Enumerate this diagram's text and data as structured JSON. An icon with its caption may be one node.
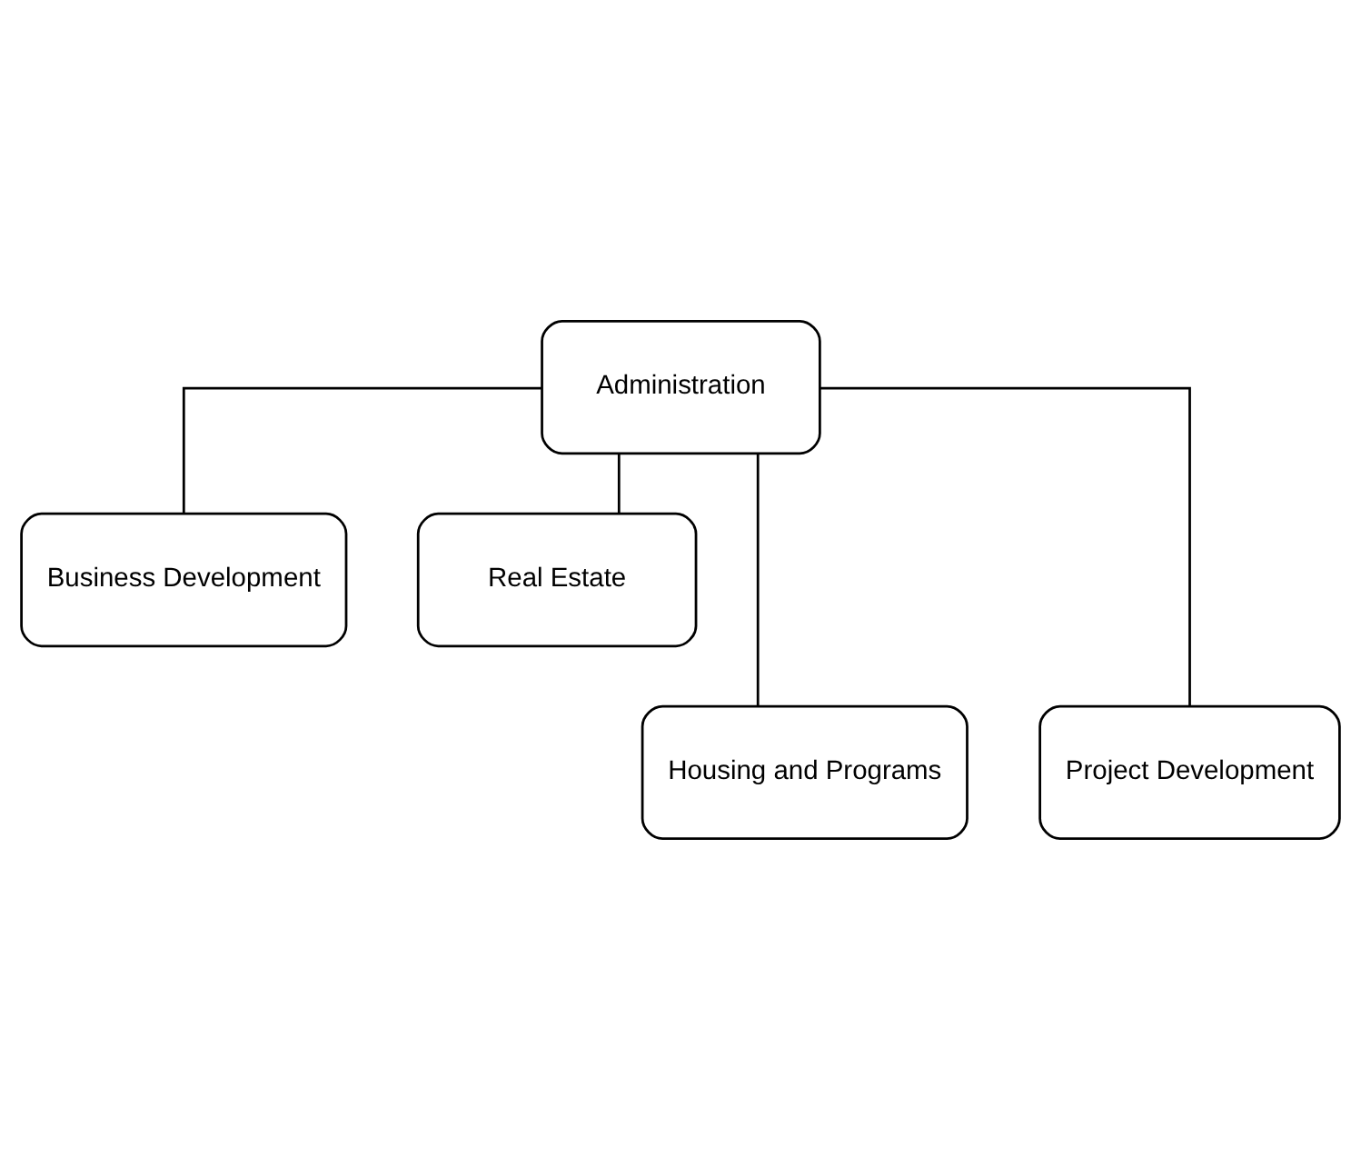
{
  "diagram": {
    "nodes": [
      {
        "text": [
          "Administration"
        ]
      },
      {
        "text": [
          "Business Development"
        ]
      },
      {
        "text": [
          "Real Estate"
        ]
      },
      {
        "text": [
          "Housing and Programs"
        ]
      },
      {
        "text": [
          "Project Development"
        ]
      }
    ],
    "edges": [
      {
        "from": 0,
        "to": 1,
        "arrow": "none"
      },
      {
        "from": 0,
        "to": 2,
        "arrow": "none"
      },
      {
        "from": 0,
        "to": 3,
        "arrow": "none"
      },
      {
        "from": 0,
        "to": 4,
        "arrow": "none"
      }
    ]
  }
}
